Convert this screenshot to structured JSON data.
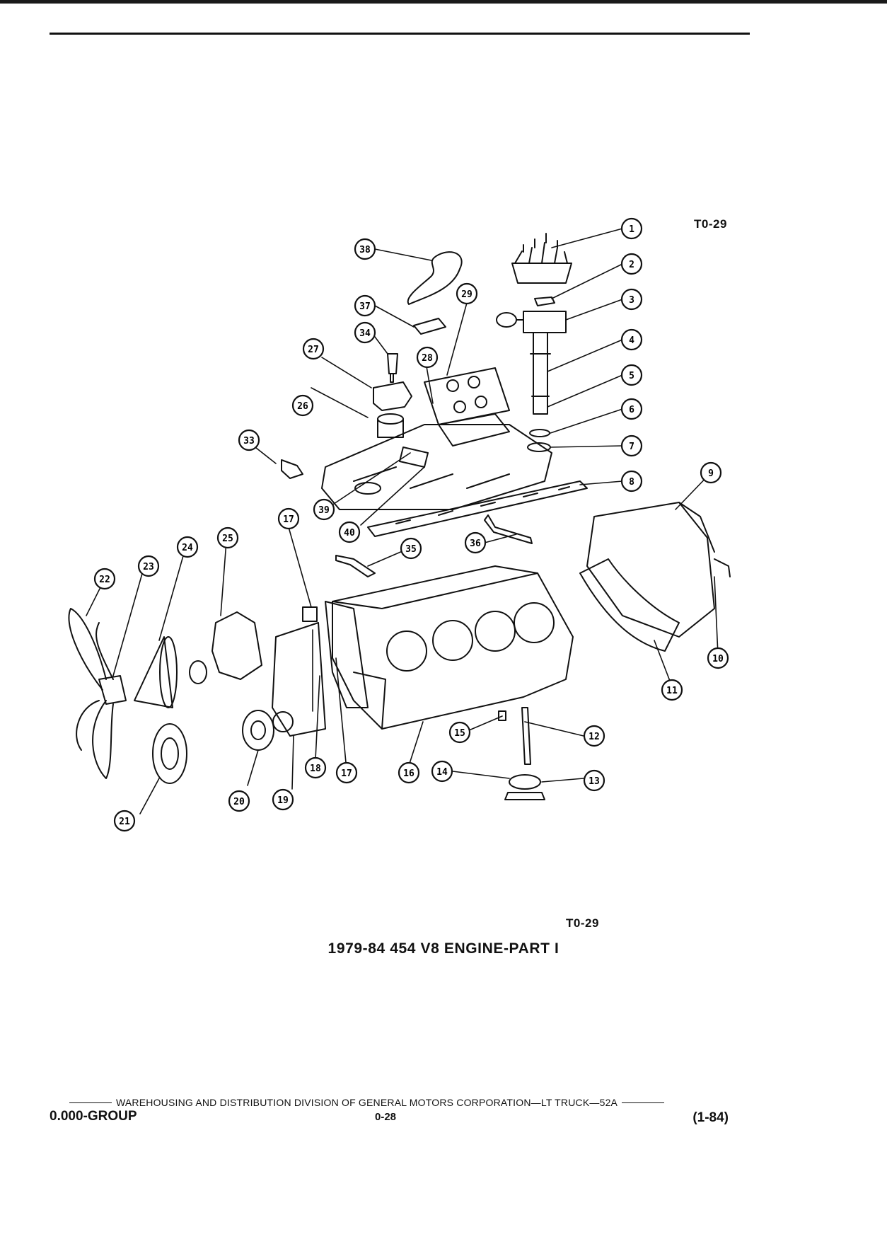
{
  "header": {
    "ref_code_top": "T0-29"
  },
  "diagram": {
    "callouts": [
      {
        "num": "1"
      },
      {
        "num": "2"
      },
      {
        "num": "3"
      },
      {
        "num": "4"
      },
      {
        "num": "5"
      },
      {
        "num": "6"
      },
      {
        "num": "7"
      },
      {
        "num": "8"
      },
      {
        "num": "9"
      },
      {
        "num": "10"
      },
      {
        "num": "11"
      },
      {
        "num": "12"
      },
      {
        "num": "13"
      },
      {
        "num": "14"
      },
      {
        "num": "15"
      },
      {
        "num": "16"
      },
      {
        "num": "17"
      },
      {
        "num": "17"
      },
      {
        "num": "18"
      },
      {
        "num": "19"
      },
      {
        "num": "20"
      },
      {
        "num": "21"
      },
      {
        "num": "22"
      },
      {
        "num": "23"
      },
      {
        "num": "24"
      },
      {
        "num": "25"
      },
      {
        "num": "26"
      },
      {
        "num": "27"
      },
      {
        "num": "28"
      },
      {
        "num": "29"
      },
      {
        "num": "33"
      },
      {
        "num": "34"
      },
      {
        "num": "35"
      },
      {
        "num": "36"
      },
      {
        "num": "37"
      },
      {
        "num": "38"
      },
      {
        "num": "39"
      },
      {
        "num": "40"
      }
    ]
  },
  "figure": {
    "ref_code_bottom": "T0-29",
    "caption": "1979-84 454 V8 ENGINE-PART I"
  },
  "footer": {
    "division_line": "WAREHOUSING AND DISTRIBUTION  DIVISION OF GENERAL MOTORS CORPORATION—LT TRUCK—52A",
    "group": "0.000-GROUP",
    "page_number": "0-28",
    "date_code": "(1-84)"
  }
}
